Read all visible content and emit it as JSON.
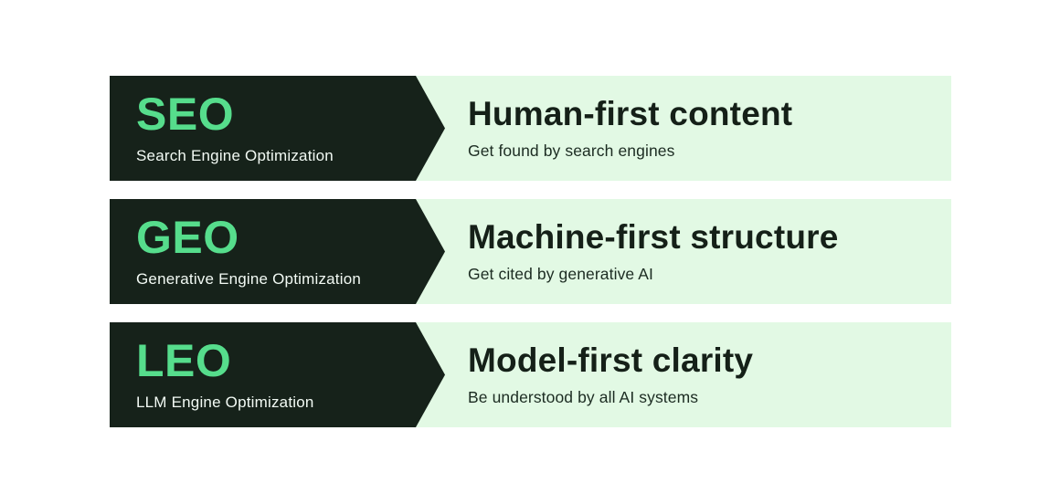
{
  "colors": {
    "background": "#ffffff",
    "panel_light_green": "#e2f9e4",
    "arrow_dark_green": "#16221a",
    "accent_green": "#56dd8c",
    "title_text": "#152018",
    "light_text": "#f2faf4"
  },
  "rows": [
    {
      "acronym": "SEO",
      "full_name": "Search Engine Optimization",
      "title": "Human-first content",
      "subtitle": "Get found by search engines"
    },
    {
      "acronym": "GEO",
      "full_name": "Generative Engine Optimization",
      "title": "Machine-first structure",
      "subtitle": "Get cited by generative AI"
    },
    {
      "acronym": "LEO",
      "full_name": "LLM Engine Optimization",
      "title": "Model-first clarity",
      "subtitle": "Be understood by all AI systems"
    }
  ]
}
